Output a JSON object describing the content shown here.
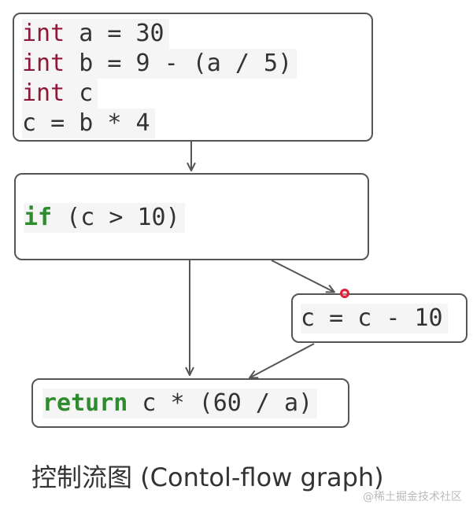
{
  "nodes": {
    "init": {
      "lines": [
        {
          "keyword": "int",
          "rest": " a = 30"
        },
        {
          "keyword": "int",
          "rest": " b = 9 - (a / 5)"
        },
        {
          "keyword": "int",
          "rest": " c"
        },
        {
          "keyword": "",
          "rest": "c = b * 4"
        }
      ]
    },
    "condition": {
      "keyword": "if",
      "rest": " (c > 10)"
    },
    "subtract": {
      "text": "c = c - 10"
    },
    "return": {
      "keyword": "return",
      "rest": " c * (60 / a)"
    }
  },
  "caption": "控制流图 (Contol-flow graph)",
  "watermark": "@稀土掘金技术社区",
  "colors": {
    "type_keyword": "#8b1a3a",
    "control_keyword": "#2e8b2e",
    "edge": "#555555",
    "cursor": "#e0203a"
  }
}
